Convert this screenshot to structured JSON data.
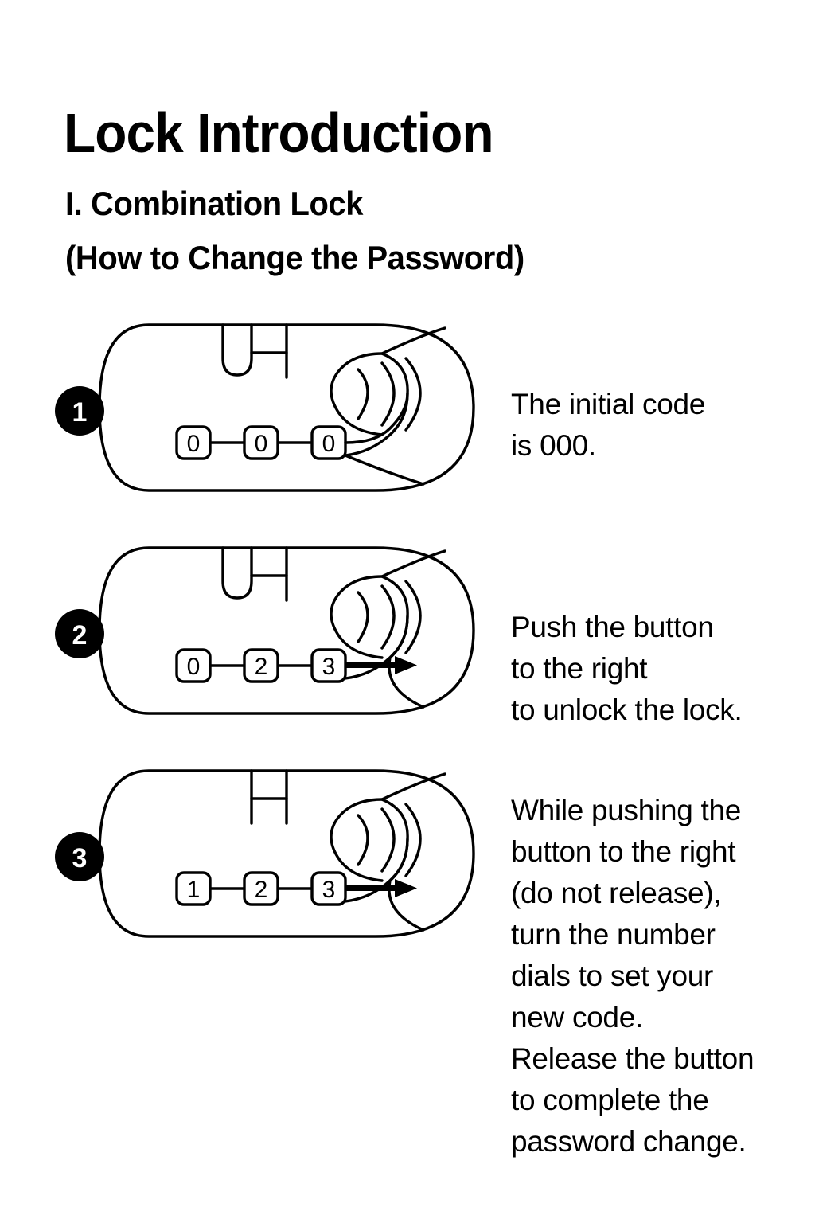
{
  "title": "Lock Introduction",
  "subtitle_lines": [
    "I. Combination Lock",
    "(How to Change the Password)"
  ],
  "colors": {
    "background": "#ffffff",
    "ink": "#000000",
    "badge_fill": "#000000",
    "badge_text": "#ffffff"
  },
  "steps": [
    {
      "badge": "1",
      "dials": [
        "0",
        "0",
        "0"
      ],
      "shackle_state": "closed",
      "arrow_visible": false,
      "thumb_icon": "thumb-press-icon",
      "caption_lines": [
        "The initial code",
        "is 000."
      ]
    },
    {
      "badge": "2",
      "dials": [
        "0",
        "2",
        "3"
      ],
      "shackle_state": "closed",
      "arrow_visible": true,
      "arrow_icon": "arrow-right-icon",
      "thumb_icon": "thumb-press-icon",
      "caption_lines": [
        "Push the button",
        "to the right",
        "to unlock the lock."
      ]
    },
    {
      "badge": "3",
      "dials": [
        "1",
        "2",
        "3"
      ],
      "shackle_state": "open",
      "arrow_visible": true,
      "arrow_icon": "arrow-right-icon",
      "thumb_icon": "thumb-press-icon",
      "caption_lines": [
        "While pushing the",
        "button to the right",
        "(do not release),",
        "turn the number",
        "dials to set your",
        "new code.",
        "Release the button",
        "to complete the",
        "password change."
      ]
    }
  ]
}
